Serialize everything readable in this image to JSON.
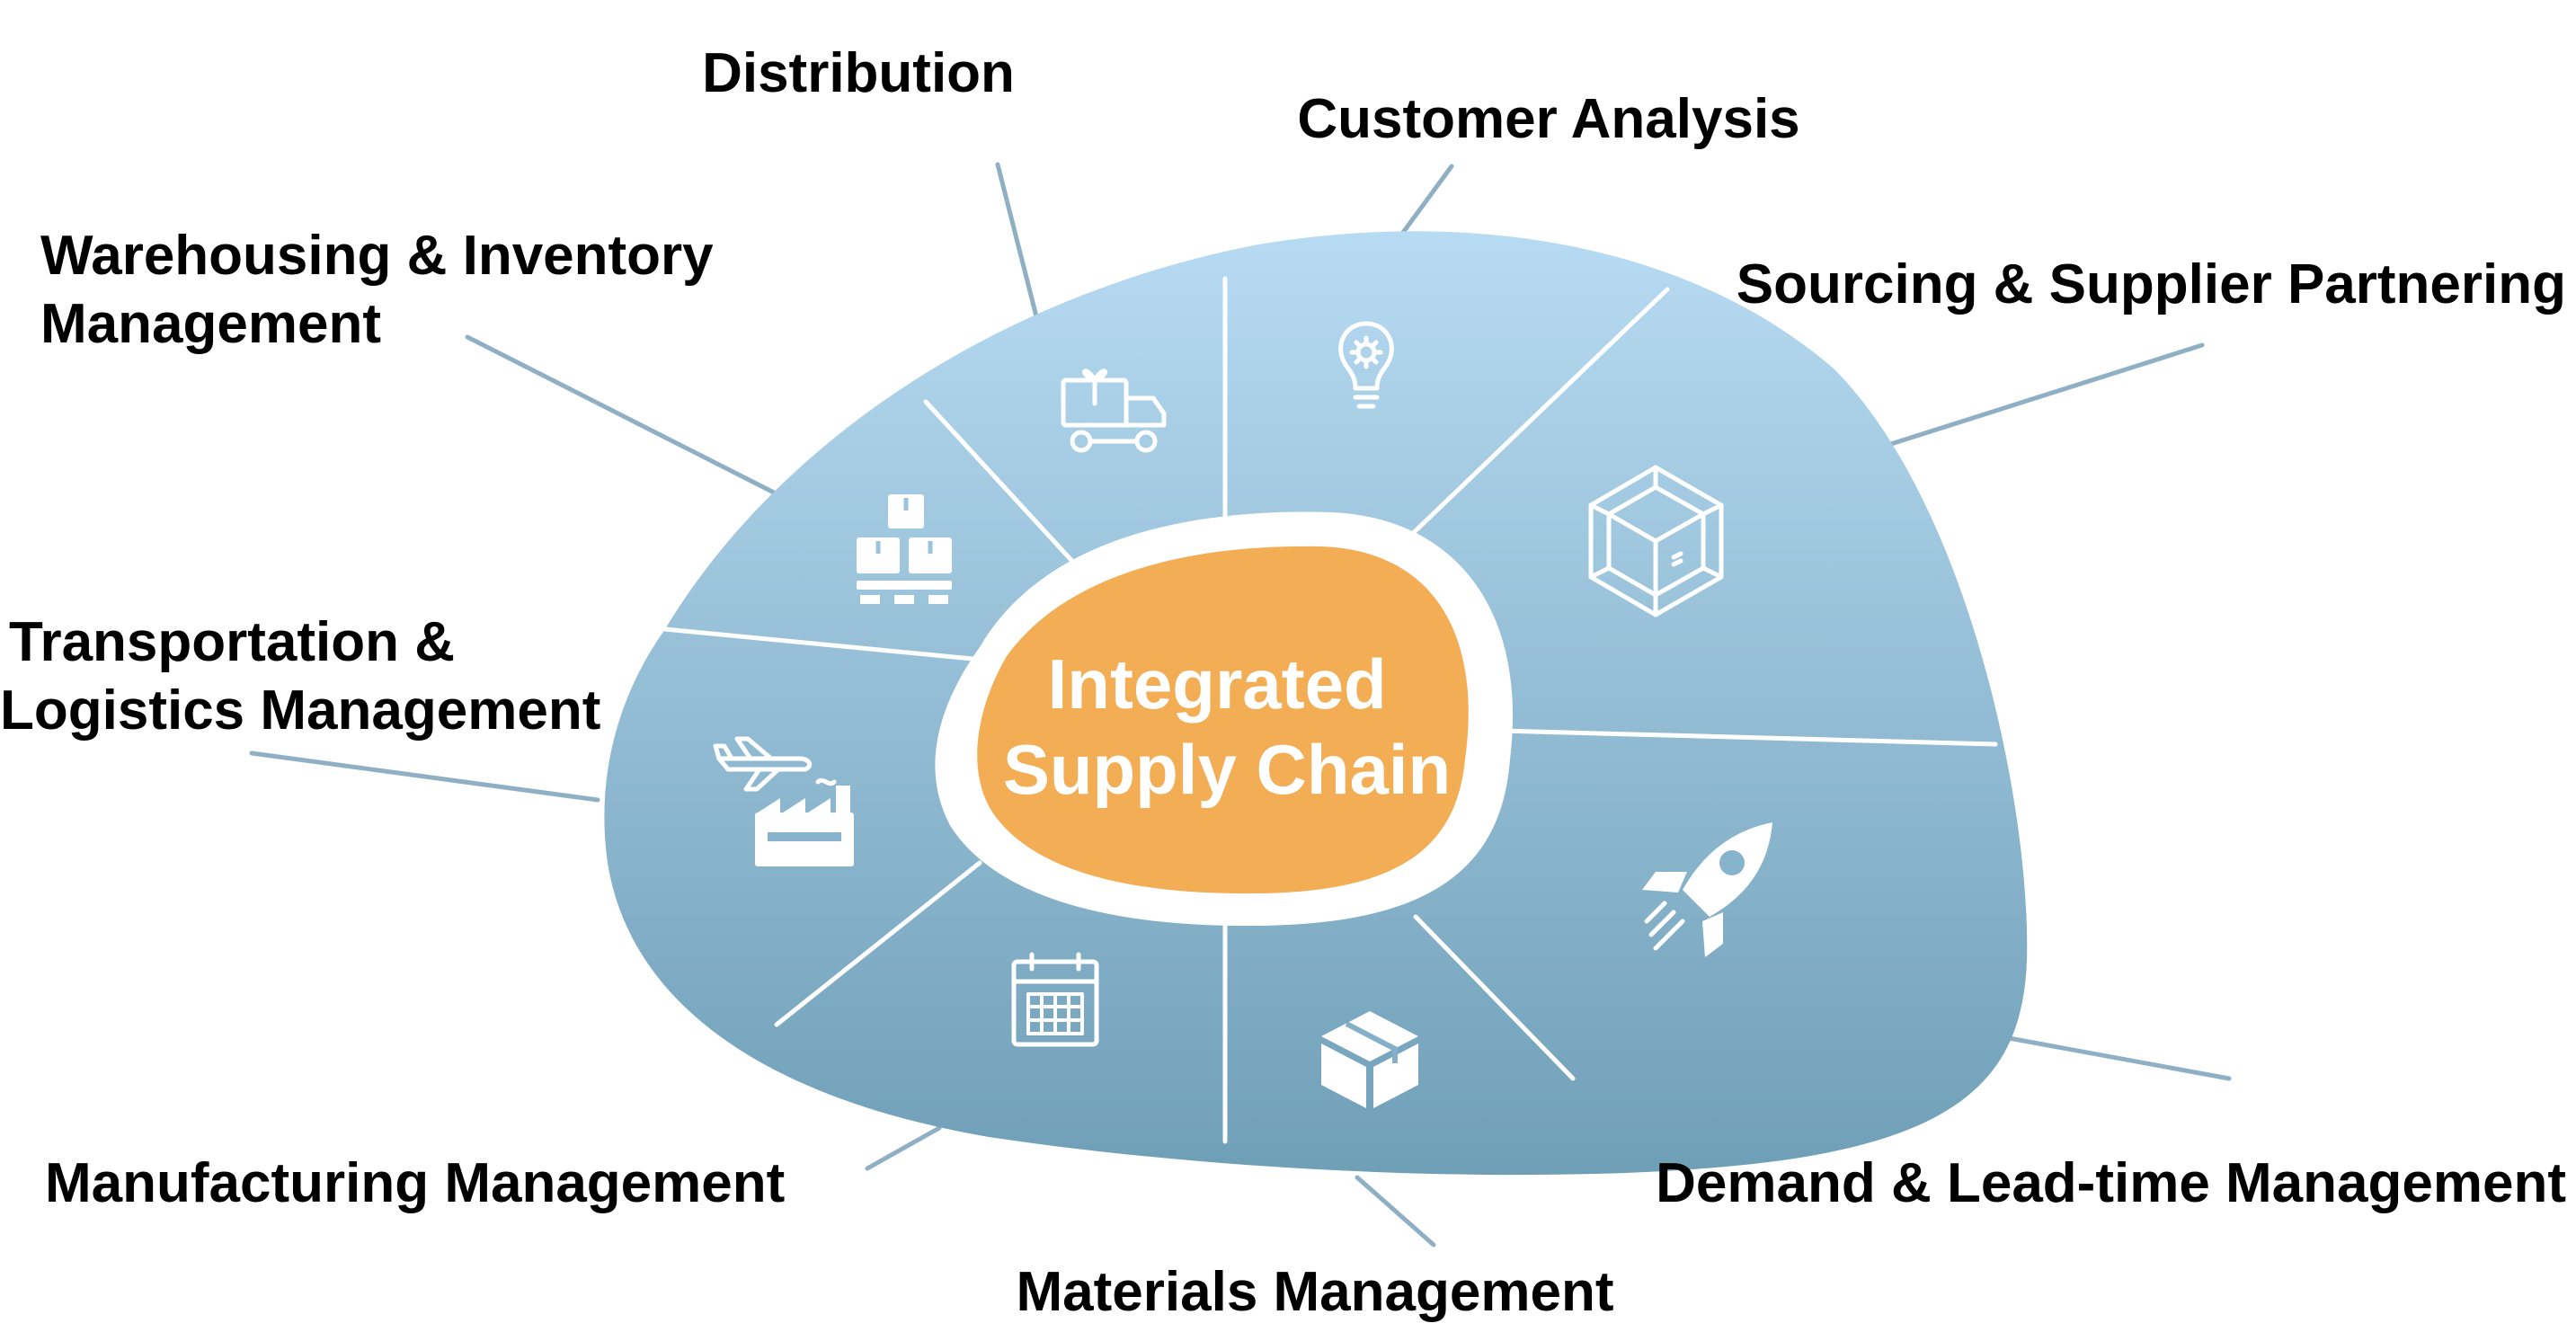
{
  "diagram": {
    "center_title": [
      "Integrated",
      "Supply Chain"
    ],
    "colors": {
      "blob_top": "#b7dbf2",
      "blob_bottom": "#6f9fb7",
      "center_fill": "#f2ad55",
      "connector": "#8fb0c4",
      "divider": "#ffffff"
    },
    "labels": {
      "distribution": [
        "Distribution"
      ],
      "customer_analysis": [
        "Customer Analysis"
      ],
      "warehousing": [
        "Warehousing & Inventory",
        "Management"
      ],
      "sourcing": [
        "Sourcing & Supplier Partnering"
      ],
      "transportation": [
        "Transportation &",
        "Logistics Management"
      ],
      "manufacturing": [
        "Manufacturing Management"
      ],
      "demand": [
        "Demand & Lead-time Management"
      ],
      "materials": [
        "Materials Management"
      ]
    },
    "icons": {
      "distribution": "delivery-truck-icon",
      "customer_analysis": "lightbulb-gear-icon",
      "warehousing": "stacked-boxes-icon",
      "sourcing": "wireframe-box-icon",
      "transportation": "airplane-factory-icon",
      "manufacturing": "calendar-icon",
      "demand": "rocket-icon",
      "materials": "package-icon"
    }
  }
}
